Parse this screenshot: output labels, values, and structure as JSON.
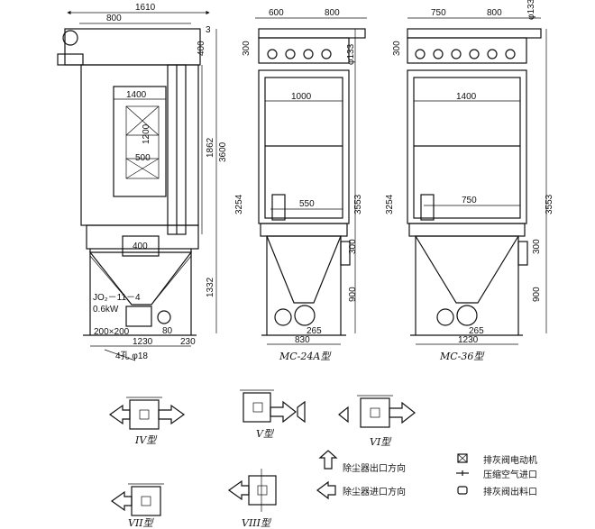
{
  "view1": {
    "dims": {
      "top_total": "1610",
      "top_width": "800",
      "top_right": "3",
      "h400": "400",
      "door_w": "1400",
      "door_h": "1200",
      "inner_w": "500",
      "h1862": "1862",
      "h3600": "3600",
      "inlet_w": "400",
      "h1332": "1332",
      "outlet": "200×200",
      "base": "1230",
      "base_r": "80",
      "base_rr": "230"
    },
    "motor_model": "JO₂－11－4",
    "motor_power": "0.6kW",
    "holes": "4孔 φ18"
  },
  "view2": {
    "caption": "MC-24A型",
    "dims": {
      "top_left": "600",
      "top_right": "800",
      "h300": "300",
      "pipe": "φ133",
      "inner": "1000",
      "h3254": "3254",
      "h3553": "3553",
      "mid": "550",
      "h300b": "300",
      "h900": "900",
      "bottom": "265",
      "base": "830"
    }
  },
  "view3": {
    "caption": "MC-36型",
    "dims": {
      "top_left": "750",
      "top_right": "800",
      "pipe": "φ133",
      "h300": "300",
      "inner": "1400",
      "h3254": "3254",
      "h3553": "3553",
      "mid": "750",
      "h300b": "300",
      "h900": "900",
      "bottom": "265",
      "base": "1230"
    }
  },
  "variants": [
    "IV型",
    "V型",
    "VI型",
    "VII型",
    "VIII型"
  ],
  "direction_legend": {
    "outlet": "除尘器出口方向",
    "inlet": "除尘器进口方向"
  },
  "symbol_legend": {
    "motor": "排灰阀电动机",
    "air": "压缩空气进口",
    "discharge": "排灰阀出料口"
  }
}
